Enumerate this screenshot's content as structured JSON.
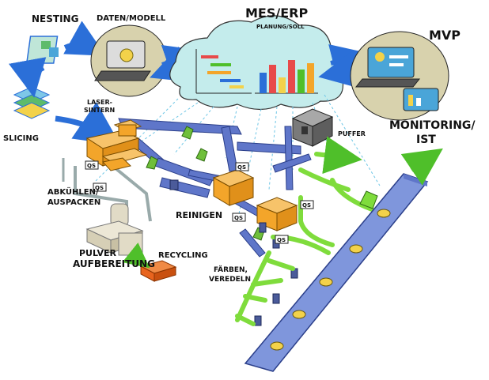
{
  "labels": {
    "nesting": "NESTING",
    "daten_modell": "DATEN/MODELL",
    "mes_erp": "MES/ERP",
    "planung_soll": "PLANUNG/SOLL",
    "mvp": "MVP",
    "slicing": "SLICING",
    "laser_sintern_1": "LASER-",
    "laser_sintern_2": "SINTERN",
    "puffer": "PUFFER",
    "monitoring_1": "MONITORING/",
    "monitoring_2": "IST",
    "abkuehlen_1": "ABKÜHLEN/",
    "abkuehlen_2": "AUSPACKEN",
    "reinigen": "REINIGEN",
    "pulver_1": "PULVER",
    "pulver_2": "AUFBEREITUNG",
    "recycling": "RECYCLING",
    "faerben_1": "FÄRBEN,",
    "faerben_2": "VEREDELN",
    "qs": "QS"
  },
  "colors": {
    "cloud": "#c4ecec",
    "bubble": "#d8d2ad",
    "conveyor": "#5f76c9",
    "belt": "#7f96dc",
    "machine": "#f3a52a",
    "green_flow": "#7fdc3c",
    "puffer_box": "#8c8c8c",
    "powder": "#e1dbc6",
    "recycling": "#e8641e",
    "arrow": "#2b6fd8"
  },
  "icons": [
    "laptop-icon",
    "tablet-icon",
    "gantt-chart-icon",
    "bar-chart-icon",
    "robot-arm-icon",
    "part-icon"
  ]
}
